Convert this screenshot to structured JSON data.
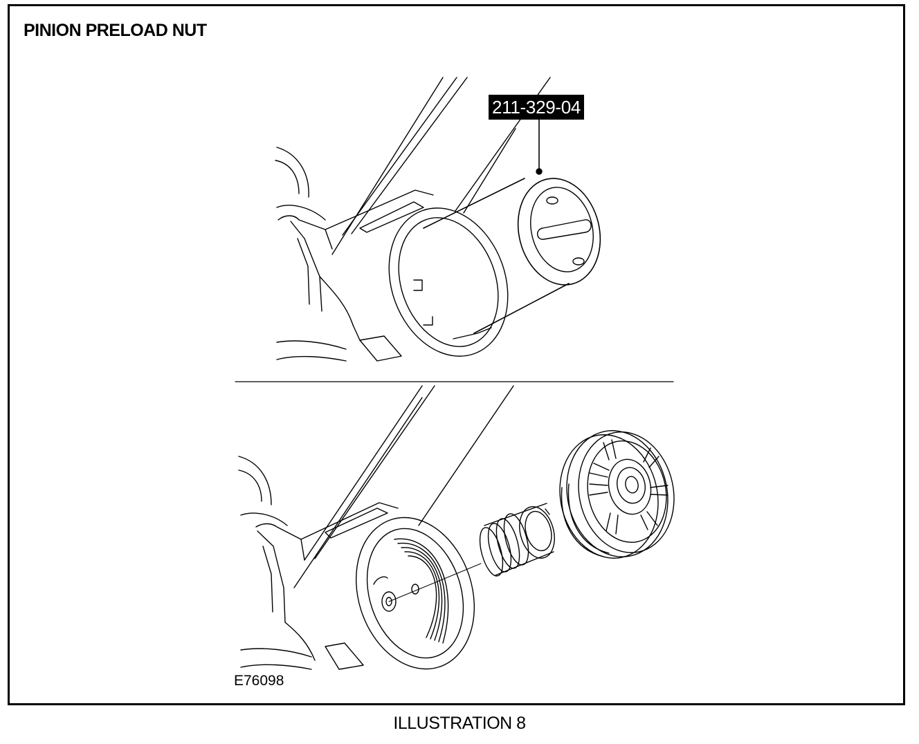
{
  "figure": {
    "title": "PINION PRELOAD NUT",
    "tool_number": "211-329-04",
    "figure_id": "E76098",
    "caption": "ILLUSTRATION 8"
  }
}
